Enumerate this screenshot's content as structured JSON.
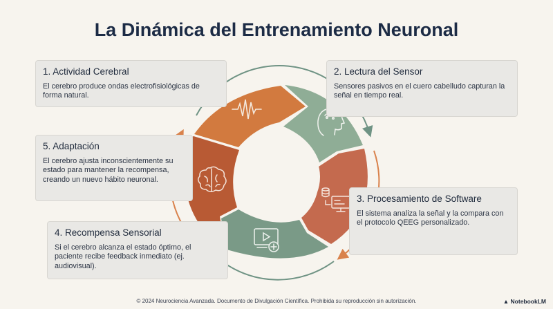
{
  "title": "La Dinámica del Entrenamiento Neuronal",
  "steps": [
    {
      "title": "1. Actividad Cerebral",
      "text": "El cerebro produce ondas electrofisiológicas de forma natural.",
      "icon": "brainwave-icon"
    },
    {
      "title": "2. Lectura del Sensor",
      "text": "Sensores pasivos en el cuero cabelludo capturan la señal en tiempo real.",
      "icon": "head-sensor-icon"
    },
    {
      "title": "3. Procesamiento de Software",
      "text": "El sistema analiza la señal y la compara con el protocolo QEEG personalizado.",
      "icon": "computer-data-icon"
    },
    {
      "title": "4. Recompensa Sensorial",
      "text": "Si el cerebro alcanza el estado óptimo, el paciente recibe feedback inmediato (ej. audiovisual).",
      "icon": "video-play-icon"
    },
    {
      "title": "5. Adaptación",
      "text": "El cerebro ajusta inconscientemente su estado para mantener la recompensa, creando un nuevo hábito neuronal.",
      "icon": "brain-icon"
    }
  ],
  "colors": {
    "orange": "#d27a3f",
    "green": "#8fad96",
    "terracotta": "#c46a4e",
    "sage": "#7a9a87",
    "rust": "#b85a34",
    "arrow_orange": "#d9824c",
    "arrow_green": "#6f9384"
  },
  "footer": "© 2024 Neurociencia Avanzada. Documento de Divulgación Científica. Prohibida su reproducción sin autorización.",
  "brand": "NotebookLM"
}
